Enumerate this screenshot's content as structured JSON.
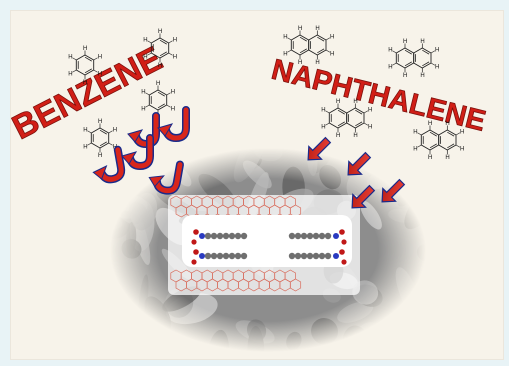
{
  "labels": {
    "benzene": "BENZENE",
    "naphthalene": "NAPHTHALENE",
    "hydrogen": "H"
  },
  "colors": {
    "background": "#f7f3ea",
    "frame": "#e8f3f6",
    "label_red": "#d11e16",
    "arrow_red": "#d8261b",
    "arrow_outline": "#1a2a8a",
    "lattice": "#d86a5a",
    "molecule_gray": "#6f6f6f",
    "oxygen_red": "#c01818",
    "nitrogen_blue": "#2a3ac0"
  },
  "icons": {
    "benzene_arrows": "curved-hook-arrow",
    "naphthalene_arrows": "straight-arrow",
    "molecules": "benzene-ring-structure"
  },
  "counts": {
    "benzene_structures": 4,
    "naphthalene_structures": 4,
    "hook_arrows": 5,
    "straight_arrows": 4
  }
}
